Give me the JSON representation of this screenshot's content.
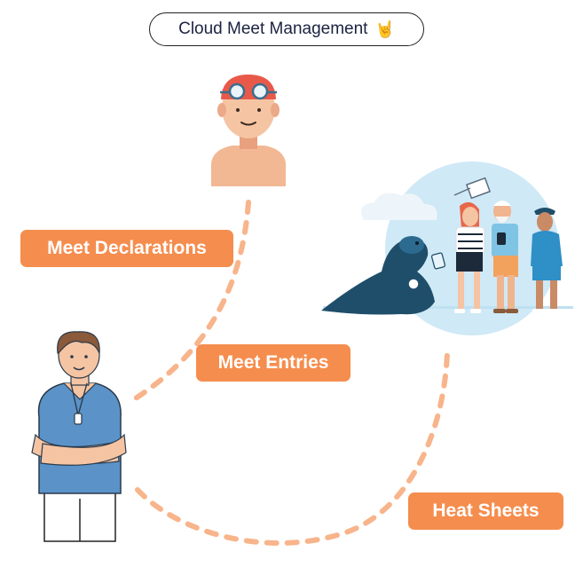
{
  "header": {
    "title": "Cloud Meet Management",
    "title_icon": "rock-hand-icon",
    "title_emoji": "🤘"
  },
  "flow": {
    "steps": [
      {
        "label": "Meet Declarations"
      },
      {
        "label": "Meet Entries"
      },
      {
        "label": "Heat Sheets"
      }
    ],
    "accent_color": "#f58d4e",
    "connector_color": "#f8b48a"
  },
  "illustrations": {
    "swimmer": "swimmer-avatar",
    "coach": "coach-illustration",
    "spectators": "spectators-scene"
  }
}
